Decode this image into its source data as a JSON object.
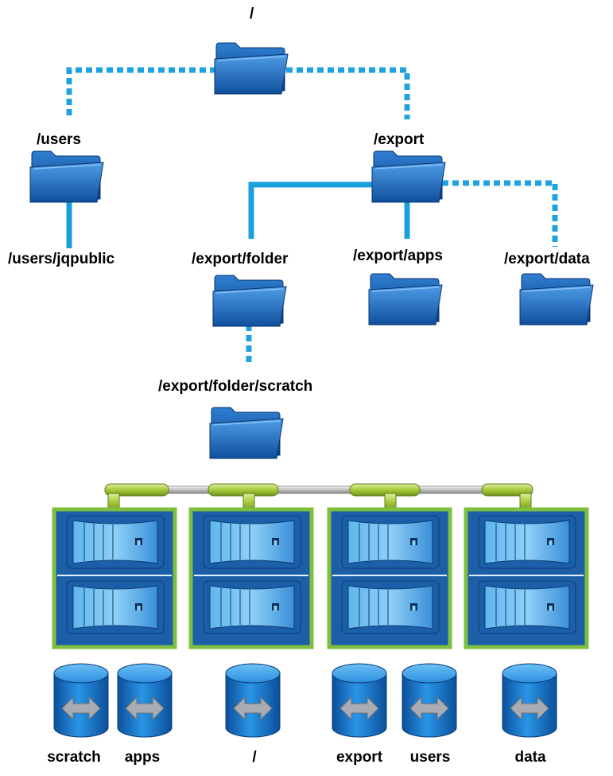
{
  "tree": {
    "root": "/",
    "users": "/users",
    "users_jqpublic": "/users/jqpublic",
    "export": "/export",
    "export_folder": "/export/folder",
    "export_apps": "/export/apps",
    "export_data": "/export/data",
    "export_folder_scratch": "/export/folder/scratch"
  },
  "volumes": [
    "scratch",
    "apps",
    "/",
    "export",
    "users",
    "data"
  ],
  "colors": {
    "dotted_link": "#1fa3e0",
    "solid_link": "#1aa0dc",
    "folder_front": "#1f73c8",
    "folder_back": "#2d8ae0",
    "chassis_border": "#7fbf3f",
    "chassis_fill": "#1c5ea8",
    "cluster_rail": "#c8e05a",
    "volume_body": "#1a7fd0"
  }
}
